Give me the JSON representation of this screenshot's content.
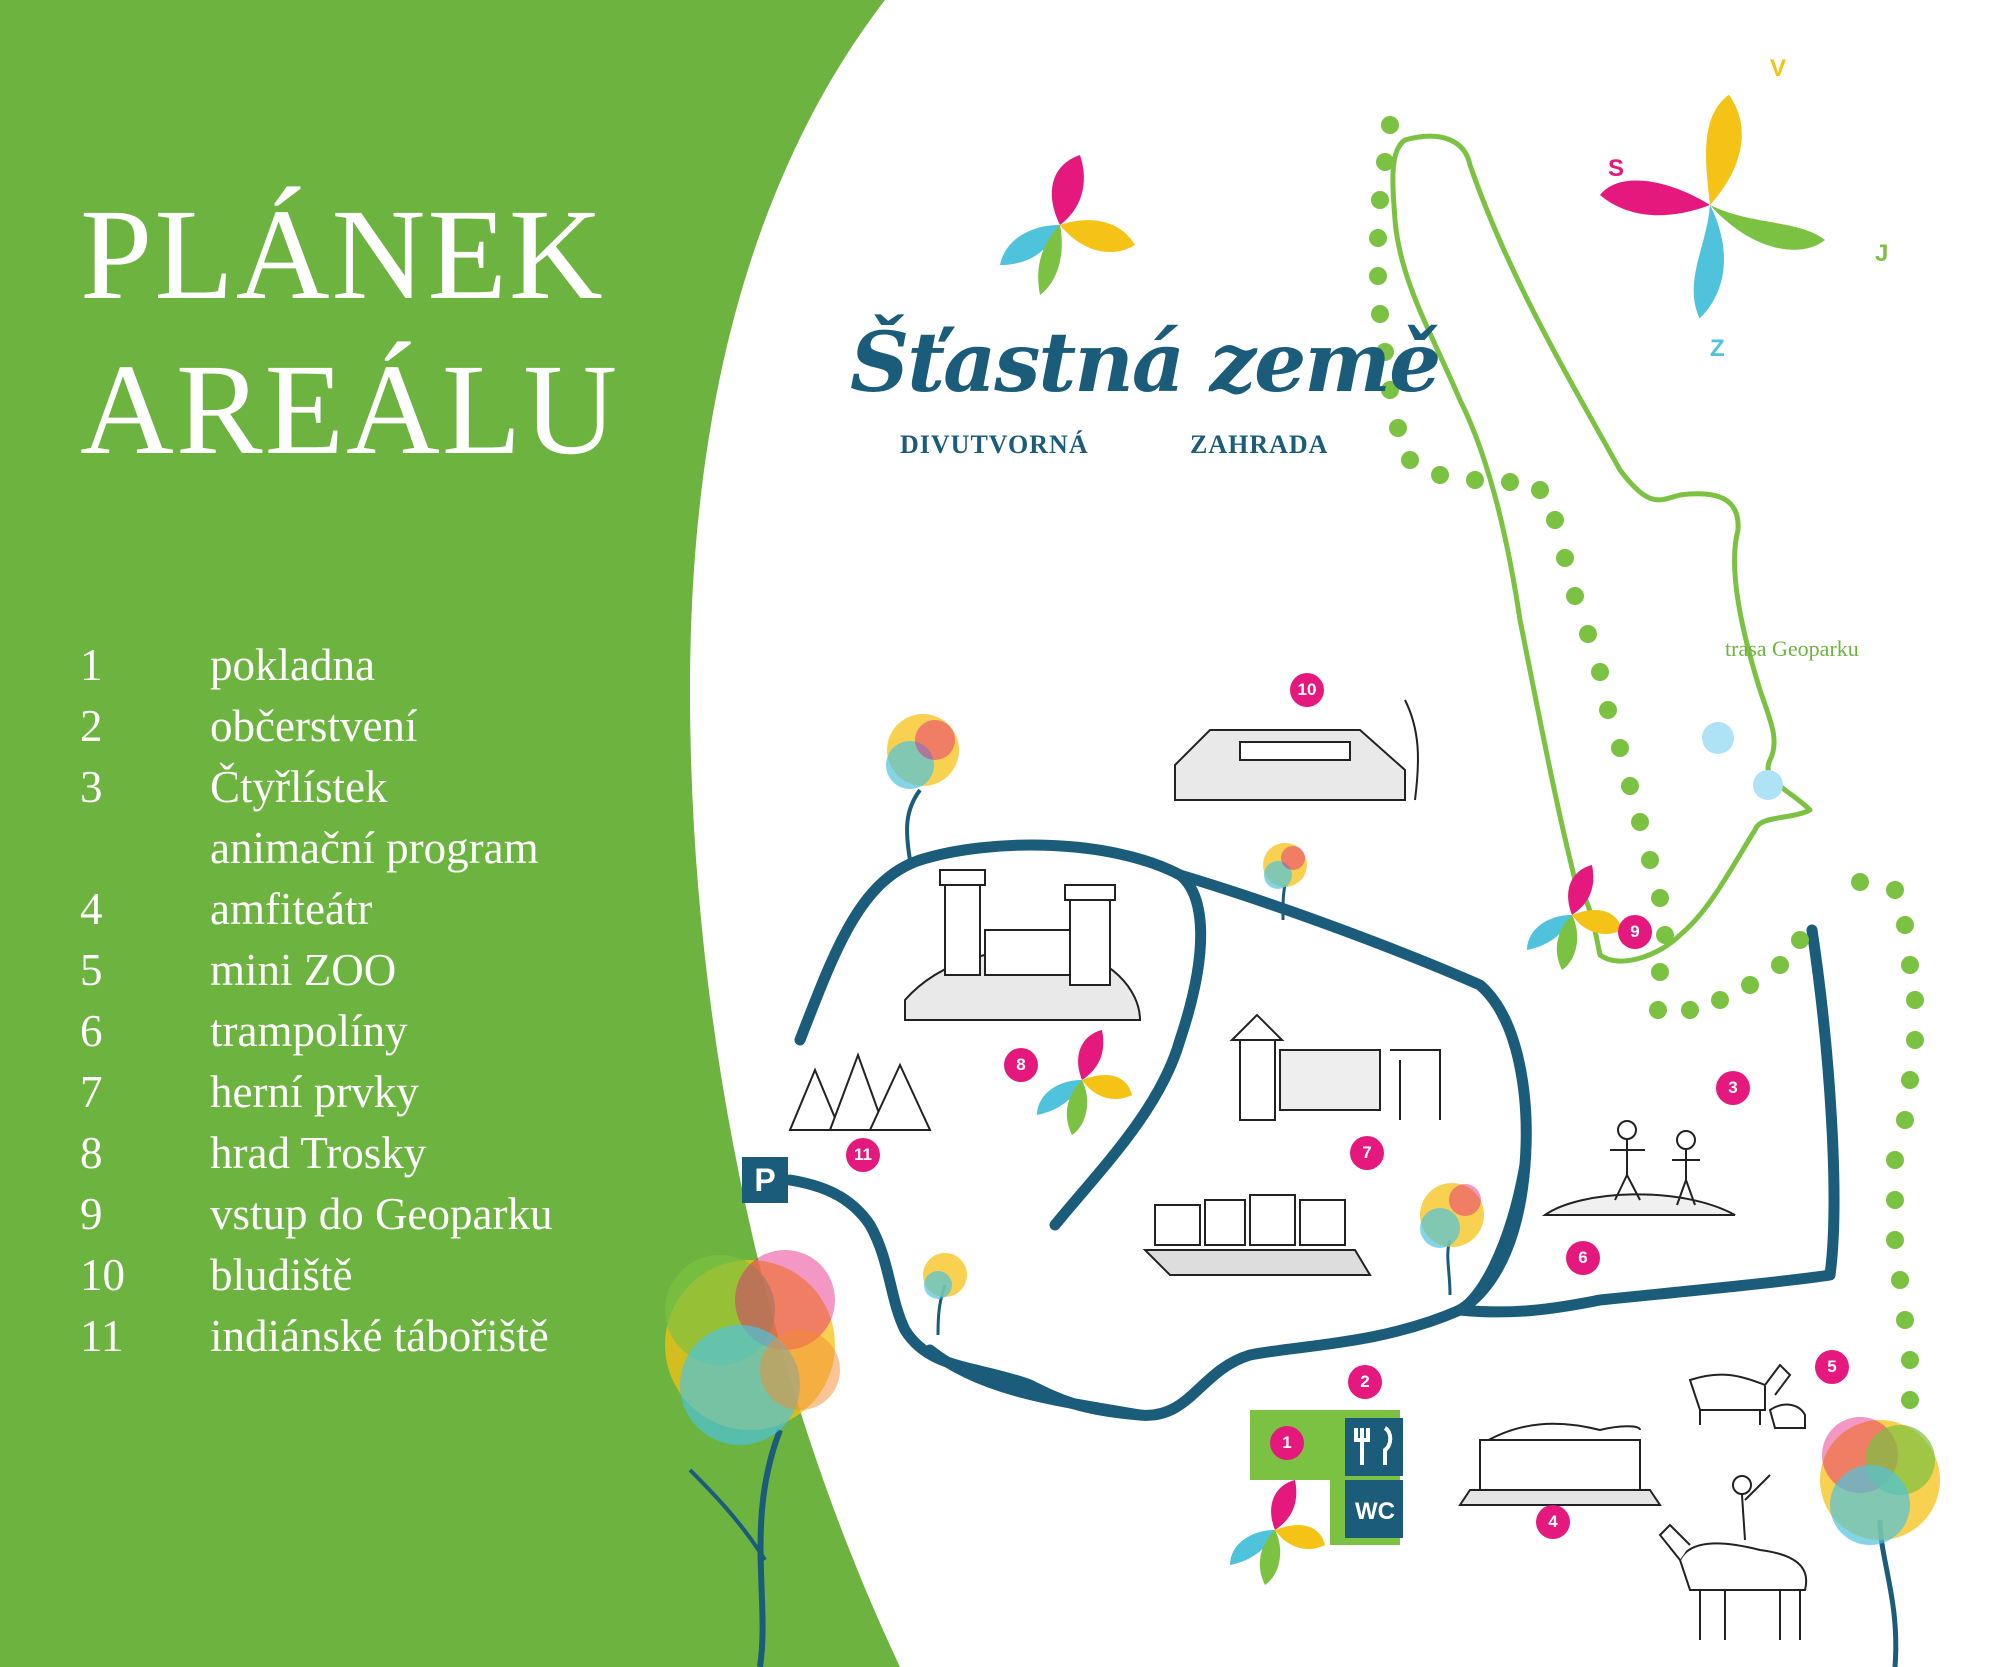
{
  "title": {
    "line1": "PLÁNEK",
    "line2": "AREÁLU"
  },
  "legend": [
    {
      "num": "1",
      "name": "pokladna"
    },
    {
      "num": "2",
      "name": "občerstvení"
    },
    {
      "num": "3",
      "name": "Čtyřlístek"
    },
    {
      "num": "",
      "name": "animační program"
    },
    {
      "num": "4",
      "name": "amfiteátr"
    },
    {
      "num": "5",
      "name": "mini ZOO"
    },
    {
      "num": "6",
      "name": "trampolíny"
    },
    {
      "num": "7",
      "name": "herní prvky"
    },
    {
      "num": "8",
      "name": "hrad Trosky"
    },
    {
      "num": "9",
      "name": "vstup do Geoparku"
    },
    {
      "num": "10",
      "name": "bludiště"
    },
    {
      "num": "11",
      "name": "indiánské tábořiště"
    }
  ],
  "logo": {
    "title": "Šťastná země",
    "left_sub": "DIVUTVORNÁ",
    "right_sub": "ZAHRADA"
  },
  "compass": {
    "north": "V",
    "west": "S",
    "east": "J",
    "south": "Z"
  },
  "geopark_label": "trasa Geoparku",
  "markers": [
    {
      "id": "m1",
      "label": "1"
    },
    {
      "id": "m2",
      "label": "2"
    },
    {
      "id": "m3",
      "label": "3"
    },
    {
      "id": "m4",
      "label": "4"
    },
    {
      "id": "m5",
      "label": "5"
    },
    {
      "id": "m6",
      "label": "6"
    },
    {
      "id": "m7",
      "label": "7"
    },
    {
      "id": "m8",
      "label": "8"
    },
    {
      "id": "m9",
      "label": "9"
    },
    {
      "id": "m10",
      "label": "10"
    },
    {
      "id": "m11",
      "label": "11"
    }
  ],
  "parking": "P",
  "wc": "WC",
  "colors": {
    "green": "#6db33f",
    "road": "#1a5c7a",
    "marker": "#e4187d",
    "pink": "#e4187d",
    "yellow": "#f5c216",
    "cyan": "#4fc3dc",
    "leafgreen": "#7cc242"
  }
}
